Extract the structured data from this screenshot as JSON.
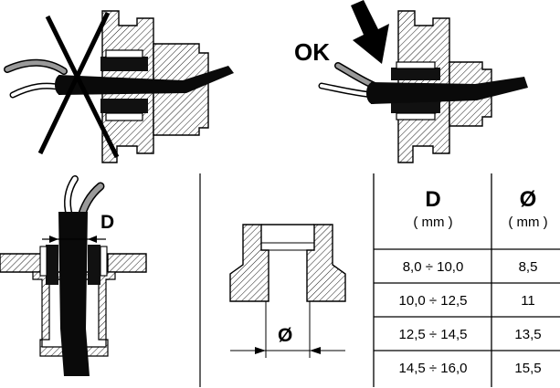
{
  "labels": {
    "ok": "OK",
    "d_marker": "D",
    "diameter_marker": "Ø"
  },
  "table": {
    "headers": [
      {
        "symbol": "D",
        "unit": "( mm )"
      },
      {
        "symbol": "Ø",
        "unit": "( mm )"
      }
    ],
    "rows": [
      {
        "d": "8,0 ÷ 10,0",
        "dia": "8,5"
      },
      {
        "d": "10,0 ÷ 12,5",
        "dia": "11"
      },
      {
        "d": "12,5 ÷ 14,5",
        "dia": "13,5"
      },
      {
        "d": "14,5 ÷ 16,0",
        "dia": "15,5"
      }
    ]
  }
}
